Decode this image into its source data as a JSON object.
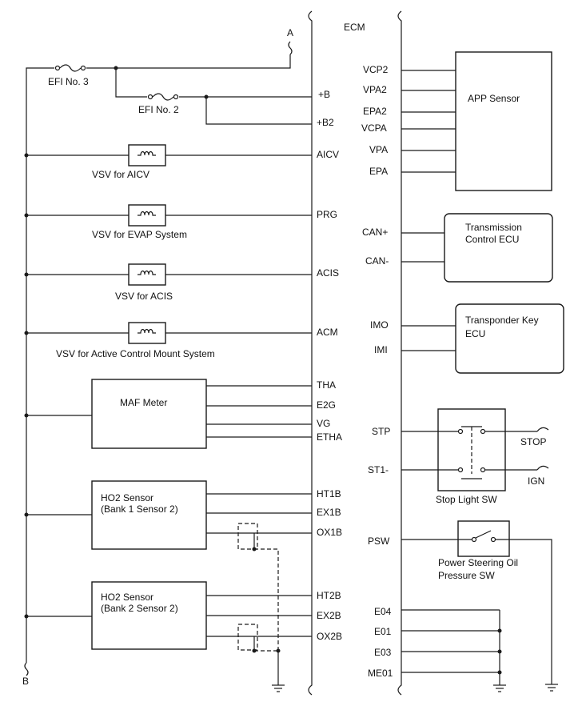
{
  "ecm": {
    "title": "ECM",
    "left_pins": [
      "+B",
      "+B2",
      "AICV",
      "PRG",
      "ACIS",
      "ACM",
      "THA",
      "E2G",
      "VG",
      "ETHA",
      "HT1B",
      "EX1B",
      "OX1B",
      "HT2B",
      "EX2B",
      "OX2B"
    ],
    "right_pins": [
      "VCP2",
      "VPA2",
      "EPA2",
      "VCPA",
      "VPA",
      "EPA",
      "CAN+",
      "CAN-",
      "IMO",
      "IMI",
      "STP",
      "ST1-",
      "PSW",
      "E04",
      "E01",
      "E03",
      "ME01"
    ]
  },
  "connectors": {
    "top": "A",
    "bottom": "B"
  },
  "fuses": [
    "EFI No. 3",
    "EFI No. 2"
  ],
  "vsv": [
    "VSV for AICV",
    "VSV for EVAP System",
    "VSV for ACIS",
    "VSV for Active Control Mount System"
  ],
  "left_components": {
    "maf": "MAF Meter",
    "ho2_1": [
      "HO2 Sensor",
      "(Bank 1 Sensor 2)"
    ],
    "ho2_2": [
      "HO2 Sensor",
      "(Bank 2 Sensor 2)"
    ]
  },
  "right_components": {
    "app": "APP Sensor",
    "tcm": [
      "Transmission",
      "Control ECU"
    ],
    "tkey": [
      "Transponder Key",
      "ECU"
    ],
    "stop_sw": "Stop Light SW",
    "stop_label": "STOP",
    "ign_label": "IGN",
    "ps_sw": [
      "Power Steering Oil",
      "Pressure SW"
    ]
  }
}
